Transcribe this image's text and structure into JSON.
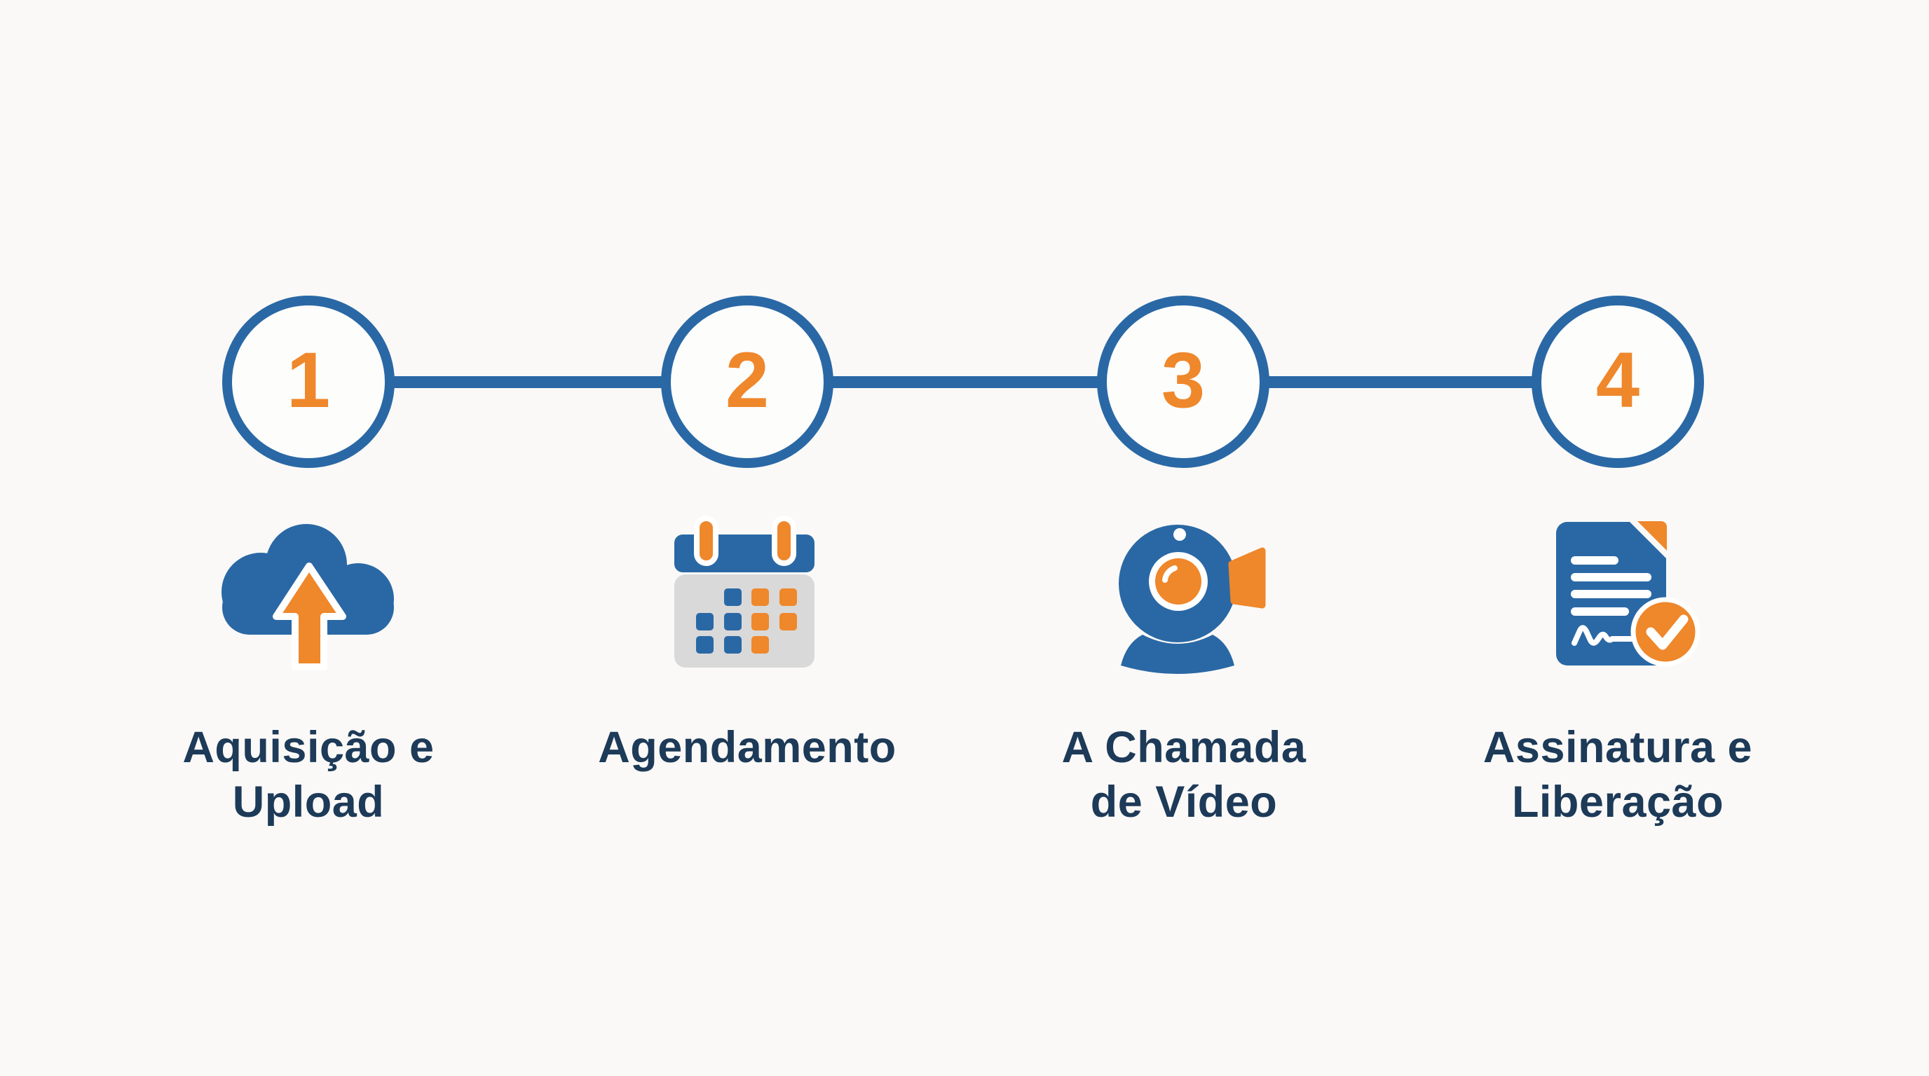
{
  "diagram": {
    "type": "process-stepper",
    "language": "pt-BR",
    "background": "#FAF9F7"
  },
  "colors": {
    "blue": "#2A68A5",
    "orange": "#EF872B",
    "navy_text": "#1D3A58",
    "calendar_gray": "#D9D9D9",
    "white": "#FFFFFF"
  },
  "steps": [
    {
      "number": "1",
      "label_line1": "Aquisição e",
      "label_line2": "Upload",
      "icon": "cloud-upload-icon"
    },
    {
      "number": "2",
      "label_line1": "Agendamento",
      "label_line2": "",
      "icon": "calendar-icon"
    },
    {
      "number": "3",
      "label_line1": "A Chamada",
      "label_line2": "de Vídeo",
      "icon": "webcam-icon"
    },
    {
      "number": "4",
      "label_line1": "Assinatura e",
      "label_line2": "Liberação",
      "icon": "document-check-icon"
    }
  ]
}
